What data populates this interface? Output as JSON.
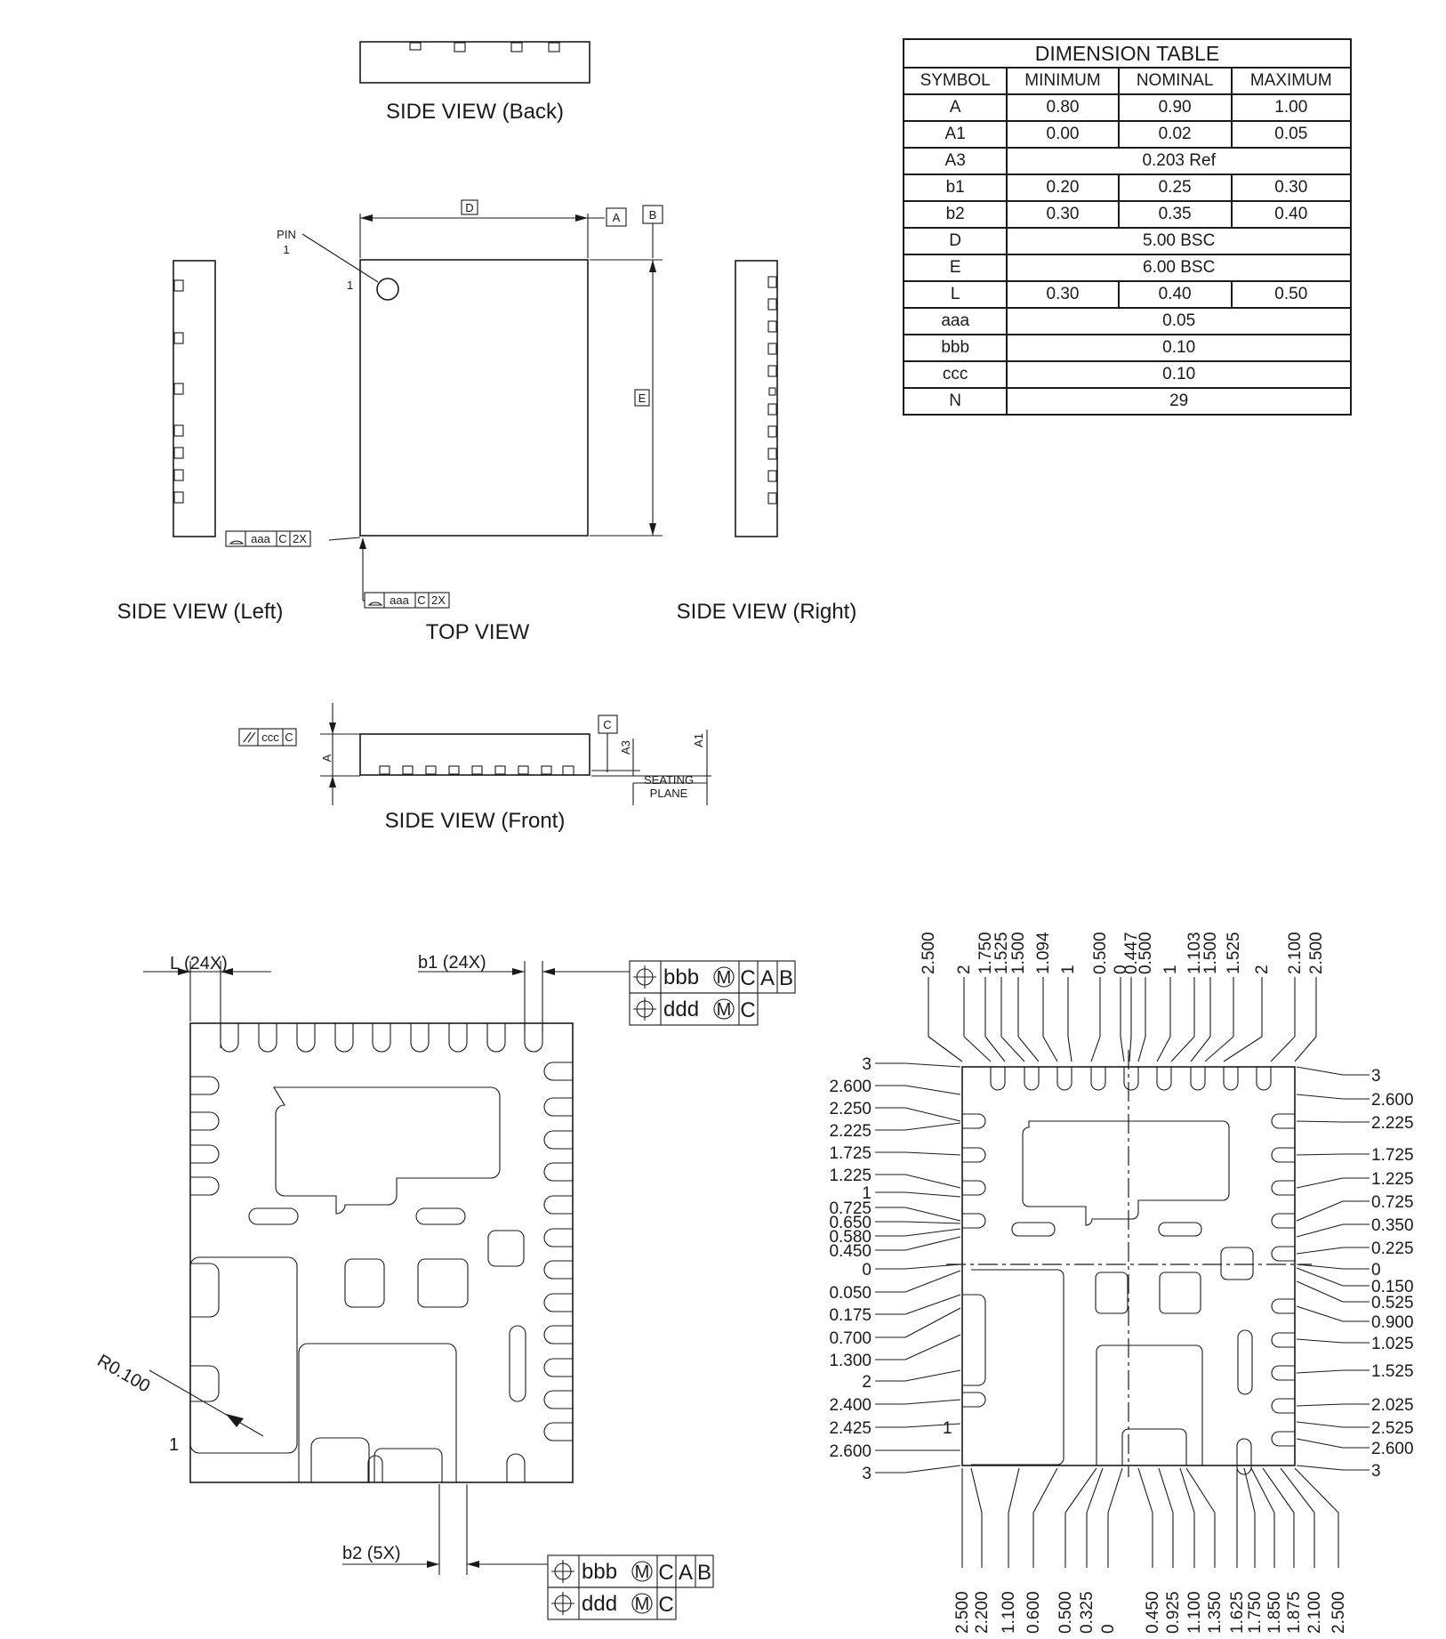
{
  "dimension_table": {
    "title": "DIMENSION TABLE",
    "headers": [
      "SYMBOL",
      "MINIMUM",
      "NOMINAL",
      "MAXIMUM"
    ],
    "rows": [
      {
        "symbol": "A",
        "min": "0.80",
        "nom": "0.90",
        "max": "1.00"
      },
      {
        "symbol": "A1",
        "min": "0.00",
        "nom": "0.02",
        "max": "0.05"
      },
      {
        "symbol": "A3",
        "span": "0.203 Ref"
      },
      {
        "symbol": "b1",
        "min": "0.20",
        "nom": "0.25",
        "max": "0.30"
      },
      {
        "symbol": "b2",
        "min": "0.30",
        "nom": "0.35",
        "max": "0.40"
      },
      {
        "symbol": "D",
        "span": "5.00 BSC"
      },
      {
        "symbol": "E",
        "span": "6.00 BSC"
      },
      {
        "symbol": "L",
        "min": "0.30",
        "nom": "0.40",
        "max": "0.50"
      },
      {
        "symbol": "aaa",
        "span": "0.05"
      },
      {
        "symbol": "bbb",
        "span": "0.10"
      },
      {
        "symbol": "ccc",
        "span": "0.10"
      },
      {
        "symbol": "N",
        "span": "29"
      }
    ]
  },
  "captions": {
    "side_back": "SIDE VIEW (Back)",
    "side_left": "SIDE VIEW (Left)",
    "top": "TOP VIEW",
    "side_right": "SIDE VIEW (Right)",
    "side_front": "SIDE VIEW (Front)"
  },
  "top_view": {
    "pin_label": "PIN",
    "pin_number": "1",
    "pin_marker": "1",
    "dim_d": "D",
    "dim_e": "E",
    "datum_a": "A",
    "datum_b": "B",
    "frame_aaa_left": "aaa",
    "frame_aaa_left_datum": "C",
    "frame_aaa_left_count": "2X",
    "frame_aaa_bottom": "aaa",
    "frame_aaa_bottom_datum": "C",
    "frame_aaa_bottom_count": "2X"
  },
  "front_view": {
    "frame_ccc": "ccc",
    "frame_ccc_datum": "C",
    "datum_c": "C",
    "dim_a": "A",
    "dim_a3": "A3",
    "dim_a1": "A1",
    "seating": "SEATING",
    "plane": "PLANE"
  },
  "footprint": {
    "l_label": "L (24X)",
    "b1_label": "b1 (24X)",
    "b2_label": "b2 (5X)",
    "radius": "R0.100",
    "pin1": "1",
    "fcf_top_row1": [
      "bbb",
      "M",
      "C",
      "A",
      "B"
    ],
    "fcf_top_row2": [
      "ddd",
      "M",
      "C"
    ],
    "fcf_bottom_row1": [
      "bbb",
      "M",
      "C",
      "A",
      "B"
    ],
    "fcf_bottom_row2": [
      "ddd",
      "M",
      "C"
    ]
  },
  "coordinates": {
    "top": [
      "2.500",
      "2",
      "1.750",
      "1.525",
      "1.500",
      "1.094",
      "1",
      "0.500",
      "0",
      "0.447",
      "0.500",
      "1",
      "1.103",
      "1.500",
      "1.525",
      "2",
      "2.100",
      "2.500"
    ],
    "left": [
      "3",
      "2.600",
      "2.250",
      "2.225",
      "1.725",
      "1.225",
      "1",
      "0.725",
      "0.650",
      "0.580",
      "0.450",
      "0",
      "0.050",
      "0.175",
      "0.700",
      "1.300",
      "2",
      "2.400",
      "2.425",
      "2.600",
      "3"
    ],
    "right": [
      "3",
      "2.600",
      "2.225",
      "1.725",
      "1.225",
      "0.725",
      "0.350",
      "0.225",
      "0",
      "0.150",
      "0.525",
      "0.900",
      "1.025",
      "1.525",
      "2.025",
      "2.525",
      "2.600",
      "3"
    ],
    "bottom": [
      "2.500",
      "2.200",
      "1.100",
      "0.600",
      "0.500",
      "0.325",
      "0",
      "0.450",
      "0.925",
      "1.100",
      "1.350",
      "1.625",
      "1.750",
      "1.850",
      "1.875",
      "2.100",
      "2.500"
    ],
    "pin_marker": "1"
  }
}
